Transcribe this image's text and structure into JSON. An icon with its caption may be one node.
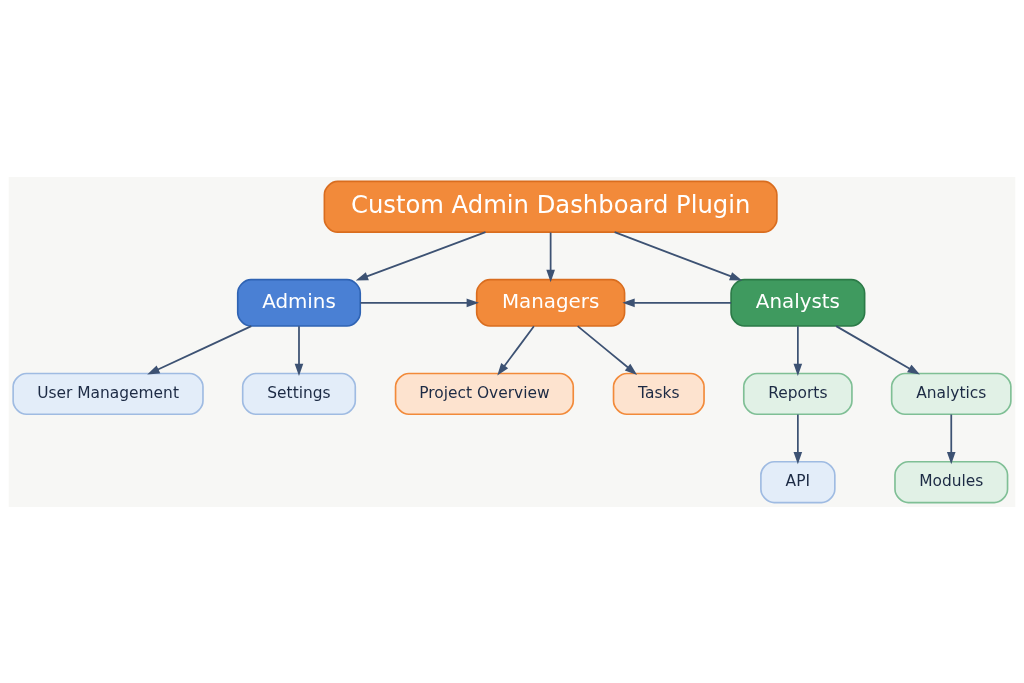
{
  "diagram": {
    "nodes": [
      {
        "text": [
          "Custom Admin Dashboard Plugin"
        ]
      },
      {
        "text": [
          "Admins"
        ]
      },
      {
        "text": [
          "Managers"
        ]
      },
      {
        "text": [
          "Analysts"
        ]
      },
      {
        "text": [
          "User Management"
        ]
      },
      {
        "text": [
          "Settings"
        ]
      },
      {
        "text": [
          "Project Overview"
        ]
      },
      {
        "text": [
          "Tasks"
        ]
      },
      {
        "text": [
          "Reports"
        ]
      },
      {
        "text": [
          "Analytics"
        ]
      },
      {
        "text": [
          "API"
        ]
      },
      {
        "text": [
          "Modules"
        ]
      }
    ],
    "edges": [
      {
        "from": 0,
        "to": 1,
        "arrow": "to"
      },
      {
        "from": 0,
        "to": 2,
        "arrow": "to"
      },
      {
        "from": 0,
        "to": 3,
        "arrow": "to"
      },
      {
        "from": 1,
        "to": 2,
        "arrow": "to"
      },
      {
        "from": 3,
        "to": 2,
        "arrow": "to"
      },
      {
        "from": 1,
        "to": 4,
        "arrow": "to"
      },
      {
        "from": 1,
        "to": 5,
        "arrow": "to"
      },
      {
        "from": 2,
        "to": 6,
        "arrow": "to"
      },
      {
        "from": 2,
        "to": 7,
        "arrow": "to"
      },
      {
        "from": 3,
        "to": 8,
        "arrow": "to"
      },
      {
        "from": 3,
        "to": 9,
        "arrow": "to"
      },
      {
        "from": 8,
        "to": 10,
        "arrow": "to"
      },
      {
        "from": 9,
        "to": 11,
        "arrow": "to"
      }
    ]
  }
}
